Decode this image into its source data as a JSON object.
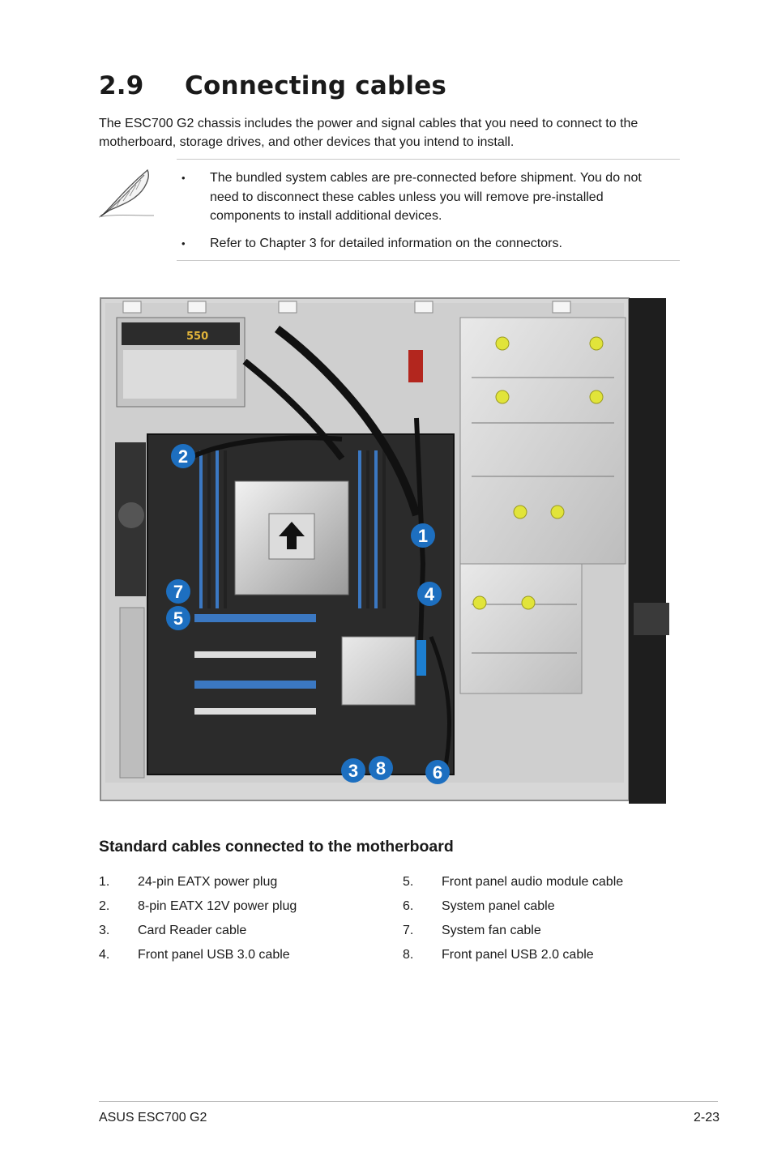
{
  "heading": {
    "number": "2.9",
    "title": "Connecting cables"
  },
  "intro": "The ESC700 G2 chassis includes the power and signal cables that you need to connect to the motherboard, storage drives, and other devices that you intend to install.",
  "note": {
    "icon": "feather-pen-icon",
    "bullet": "•",
    "items": [
      "The bundled system cables are pre-connected before shipment. You do not need to disconnect these cables unless you will remove pre-installed components to install additional devices.",
      "Refer to Chapter 3 for detailed information on the connectors."
    ]
  },
  "photo": {
    "callout_color": "#1d6fc0",
    "callouts": [
      "1",
      "2",
      "3",
      "4",
      "5",
      "6",
      "7",
      "8"
    ],
    "psu_label": "550"
  },
  "subheading": "Standard cables connected to the motherboard",
  "legend": {
    "left": [
      {
        "num": "1.",
        "text": "24-pin EATX power plug"
      },
      {
        "num": "2.",
        "text": "8-pin EATX 12V power plug"
      },
      {
        "num": "3.",
        "text": "Card Reader cable"
      },
      {
        "num": "4.",
        "text": "Front panel USB 3.0 cable"
      }
    ],
    "right": [
      {
        "num": "5.",
        "text": "Front panel audio module cable"
      },
      {
        "num": "6.",
        "text": "System panel cable"
      },
      {
        "num": "7.",
        "text": "System fan cable"
      },
      {
        "num": "8.",
        "text": "Front panel USB 2.0 cable"
      }
    ]
  },
  "footer": {
    "left": "ASUS ESC700 G2",
    "right": "2-23"
  }
}
